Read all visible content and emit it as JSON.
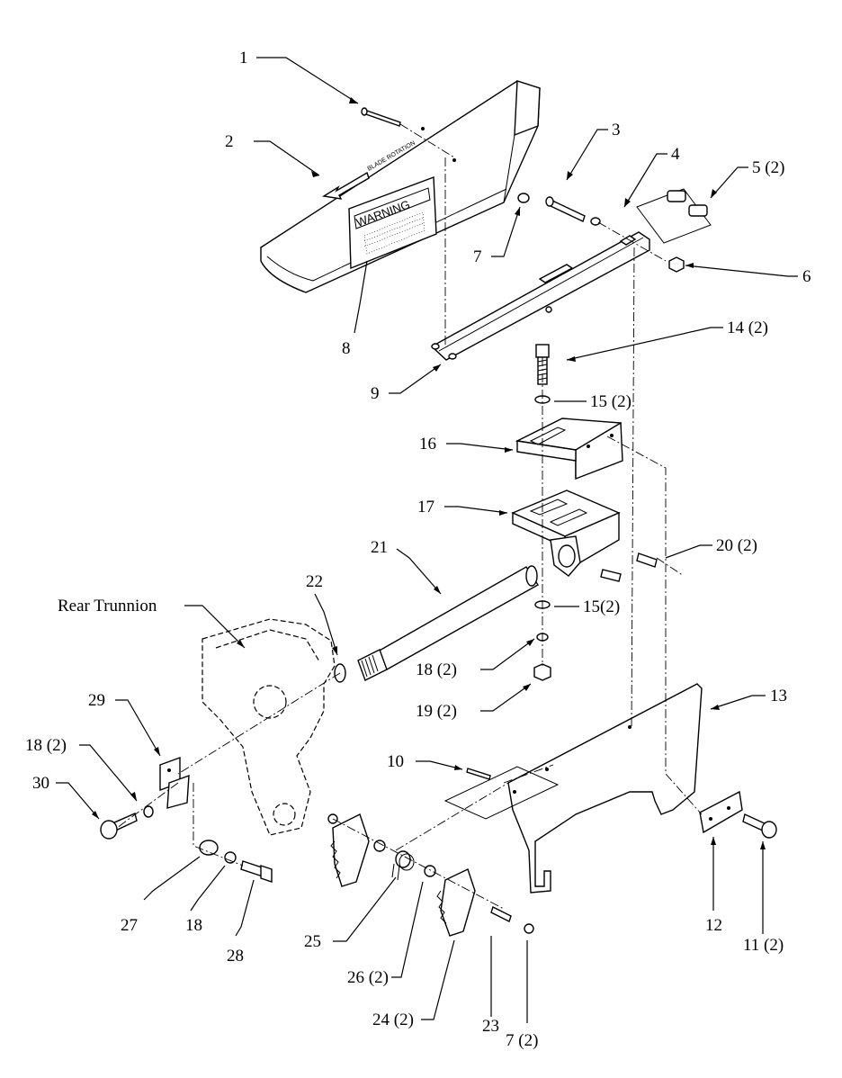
{
  "warning_label": {
    "text": "WARNING",
    "arrow_text": "BLADE ROTATION"
  },
  "callouts": {
    "c1": "1",
    "c2": "2",
    "c3": "3",
    "c4": "4",
    "c5": "5 (2)",
    "c6": "6",
    "c7a": "7",
    "c8": "8",
    "c9": "9",
    "c14": "14 (2)",
    "c15a": "15 (2)",
    "c16": "16",
    "c17": "17",
    "c20": "20 (2)",
    "c21": "21",
    "c15b": "15(2)",
    "c22": "22",
    "rear_trunnion": "Rear Trunnion",
    "c18a": "18 (2)",
    "c19": "19 (2)",
    "c13": "13",
    "c29": "29",
    "c18b": "18 (2)",
    "c10": "10",
    "c30": "30",
    "c27": "27",
    "c18c": "18",
    "c28": "28",
    "c25": "25",
    "c26": "26 (2)",
    "c24": "24 (2)",
    "c23": "23",
    "c7b": "7 (2)",
    "c12": "12",
    "c11": "11 (2)"
  }
}
